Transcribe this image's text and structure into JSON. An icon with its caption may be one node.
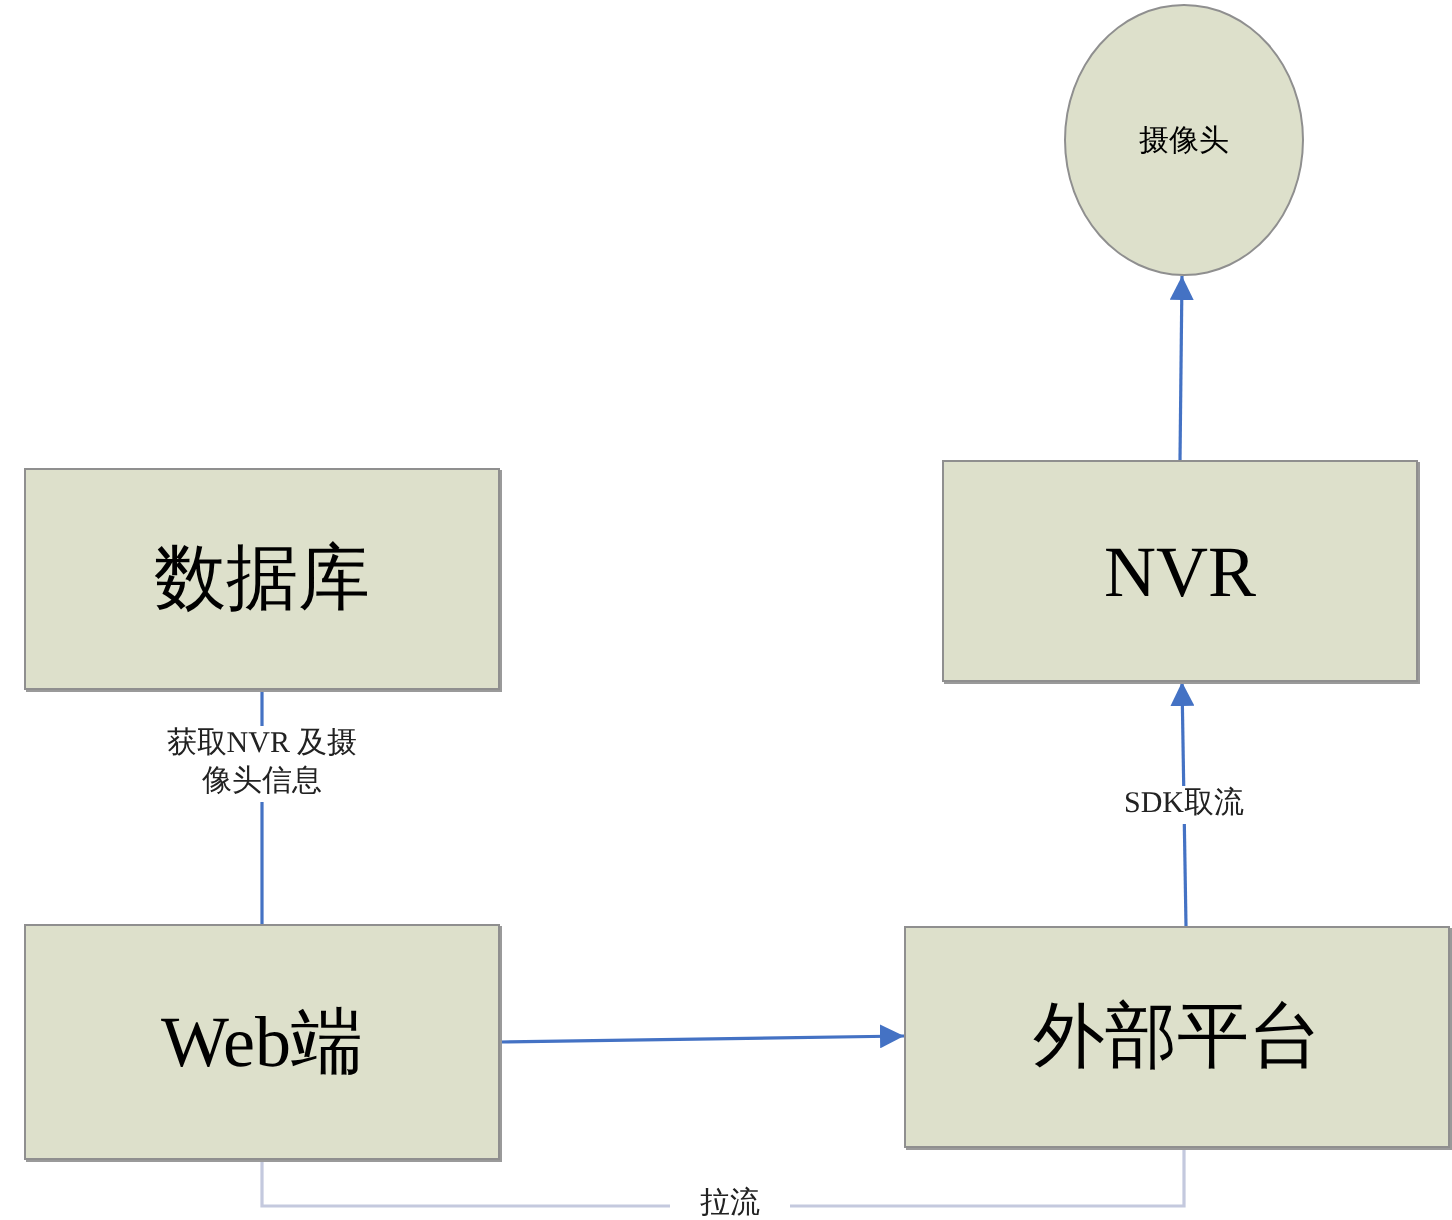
{
  "diagram": {
    "nodes": [
      {
        "text": [
          "摄像头"
        ]
      },
      {
        "text": [
          "数据库"
        ]
      },
      {
        "text": [
          "NVR"
        ]
      },
      {
        "text": [
          "Web端"
        ]
      },
      {
        "text": [
          "外部平台"
        ]
      }
    ],
    "edges": [
      {
        "from": 3,
        "to": 1,
        "arrow": "none",
        "label": "获取NVR 及摄像头信息"
      },
      {
        "from": 3,
        "to": 4,
        "arrow": "to"
      },
      {
        "from": 4,
        "to": 2,
        "arrow": "to",
        "label": "SDK取流"
      },
      {
        "from": 2,
        "to": 0,
        "arrow": "to"
      },
      {
        "from": 3,
        "to": 4,
        "arrow": "none",
        "label": "拉流",
        "color": "#c4c9de"
      }
    ]
  }
}
